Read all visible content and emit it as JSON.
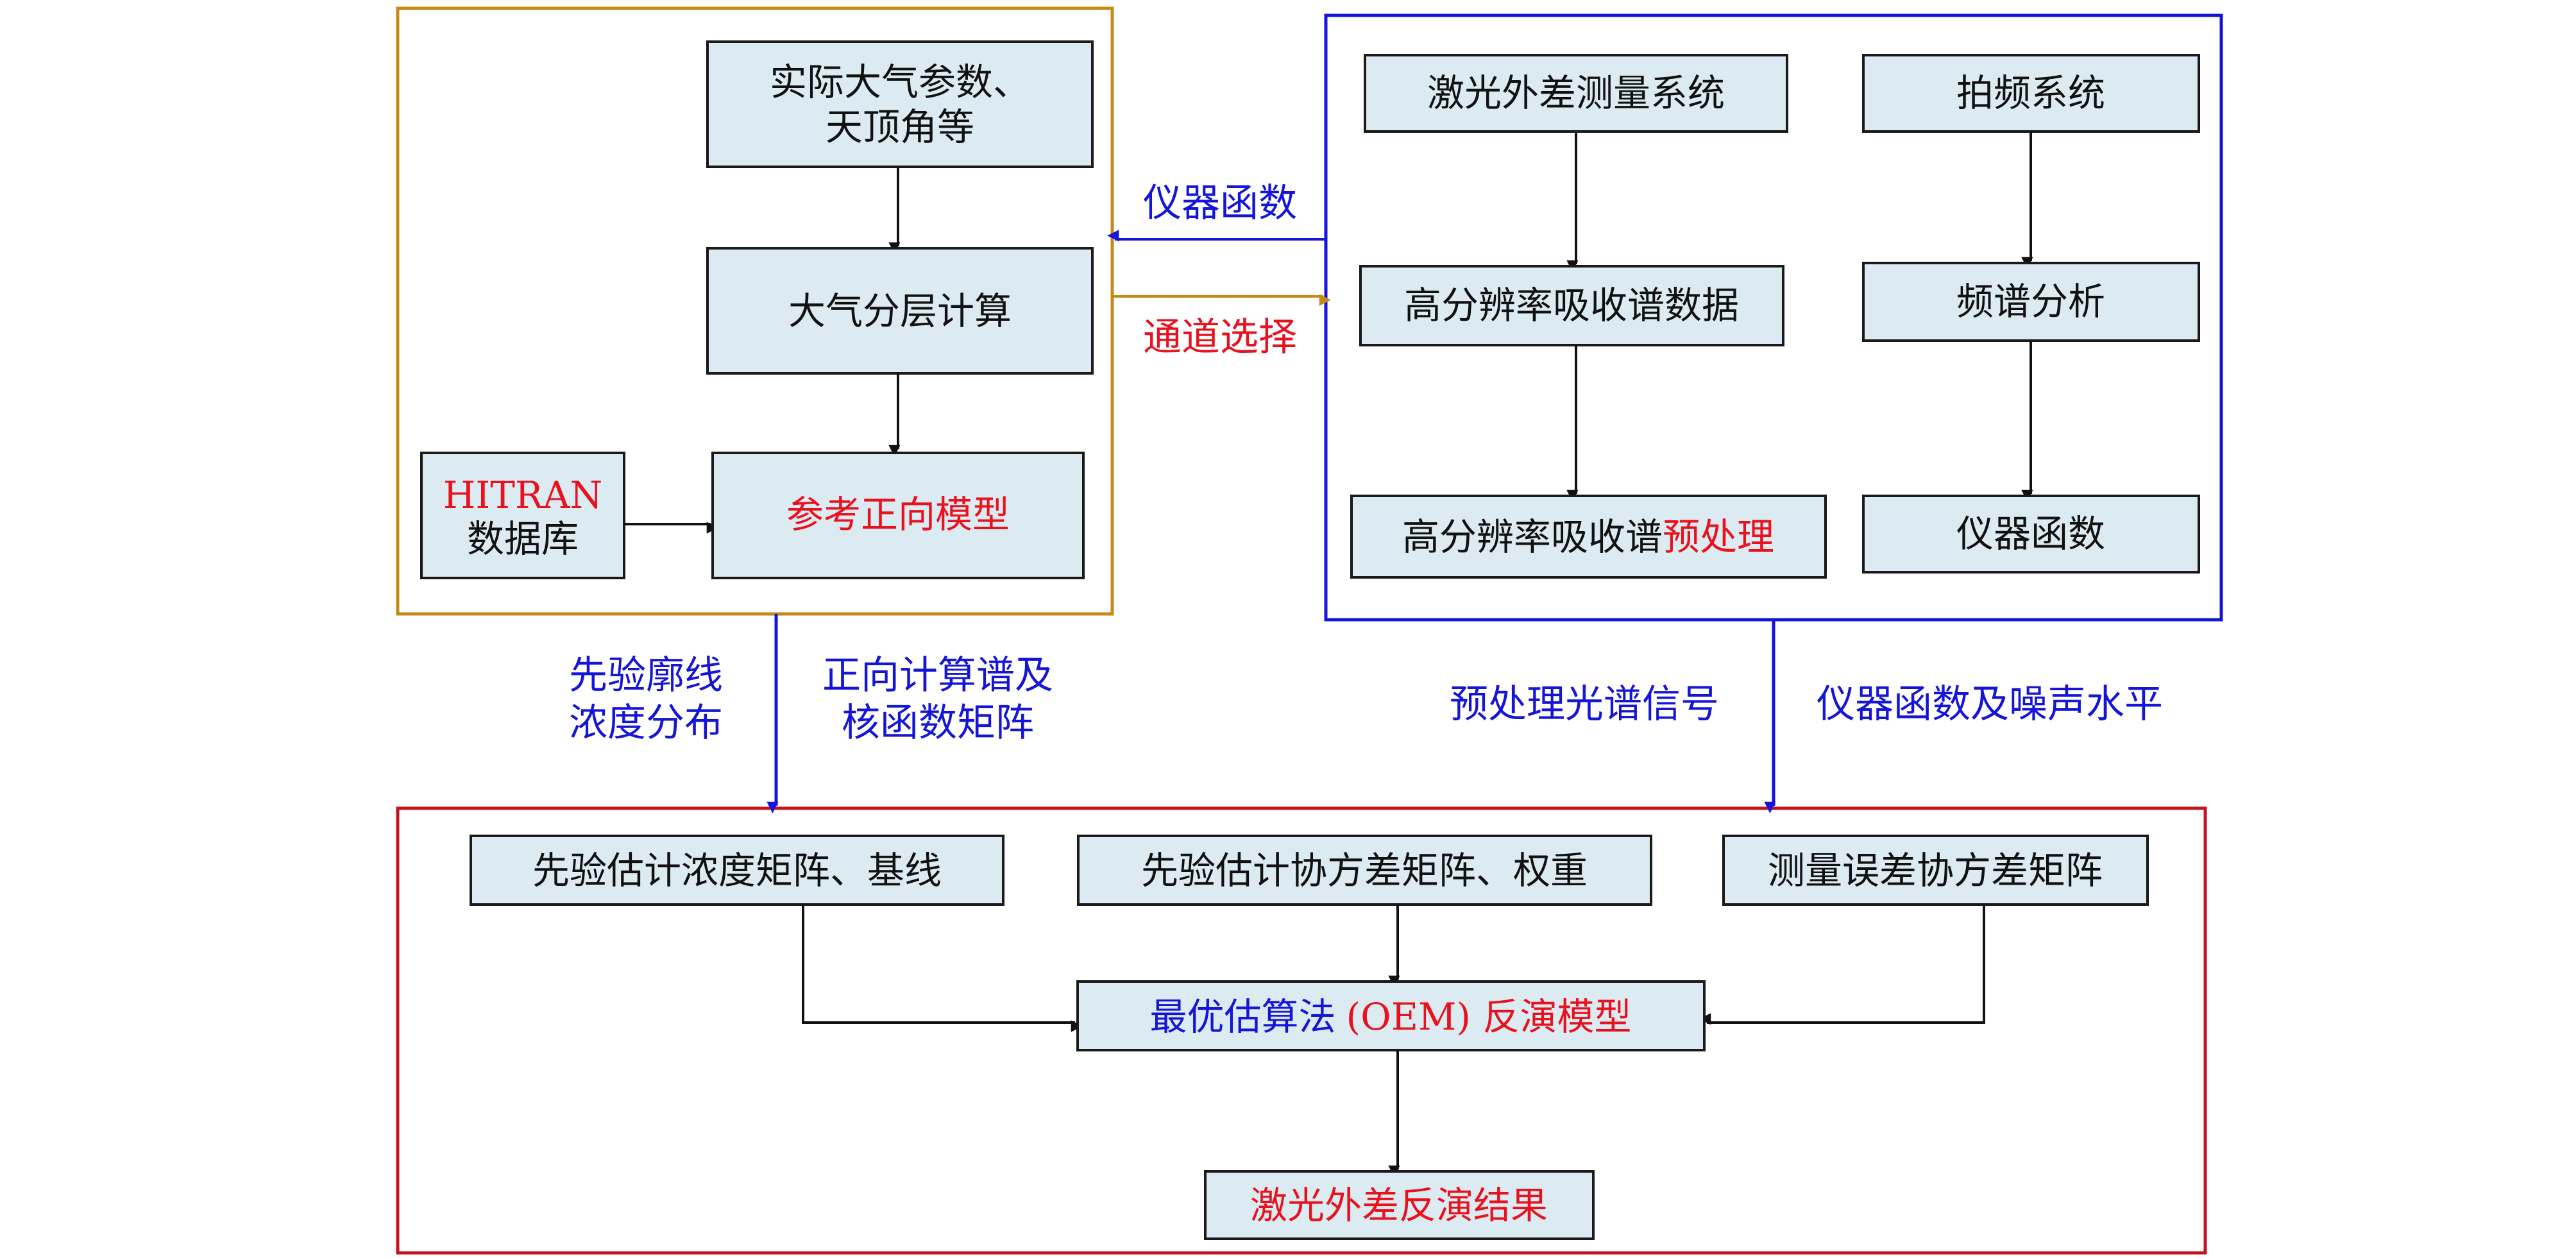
{
  "colors": {
    "box_fill": "#dcebf1",
    "frame_model": "#c48a14",
    "frame_measure": "#1515d8",
    "frame_retrieval": "#c8121e",
    "text_black": "#111111",
    "text_red": "#e8121e",
    "text_blue": "#1515d8"
  },
  "model_group": {
    "atmos_params": {
      "line1": "实际大气参数、",
      "line2": "天顶角等"
    },
    "layering": "大气分层计算",
    "hitran": {
      "line1": "HITRAN",
      "line2": "数据库"
    },
    "forward_model": "参考正向模型"
  },
  "measure_group": {
    "heterodyne_system": "激光外差测量系统",
    "beat_system": "拍频系统",
    "hires_data": "高分辨率吸收谱数据",
    "spectrum_analysis": "频谱分析",
    "preprocess": {
      "prefix": "高分辨率吸收谱",
      "suffix": "预处理"
    },
    "instrument_function": "仪器函数"
  },
  "connectors": {
    "instrument_function": "仪器函数",
    "channel_selection": "通道选择",
    "prior_profile": {
      "line1": "先验廓线",
      "line2": "浓度分布"
    },
    "forward_spectrum": {
      "line1": "正向计算谱及",
      "line2": "核函数矩阵"
    },
    "preprocessed_signal": "预处理光谱信号",
    "instrument_noise": "仪器函数及噪声水平"
  },
  "retrieval_group": {
    "prior_concentration": "先验估计浓度矩阵、基线",
    "prior_covariance": "先验估计协方差矩阵、权重",
    "measurement_covariance": "测量误差协方差矩阵",
    "oem": {
      "part1": "最优估算法",
      "part2": "(OEM) 反演模型"
    },
    "result": "激光外差反演结果"
  }
}
